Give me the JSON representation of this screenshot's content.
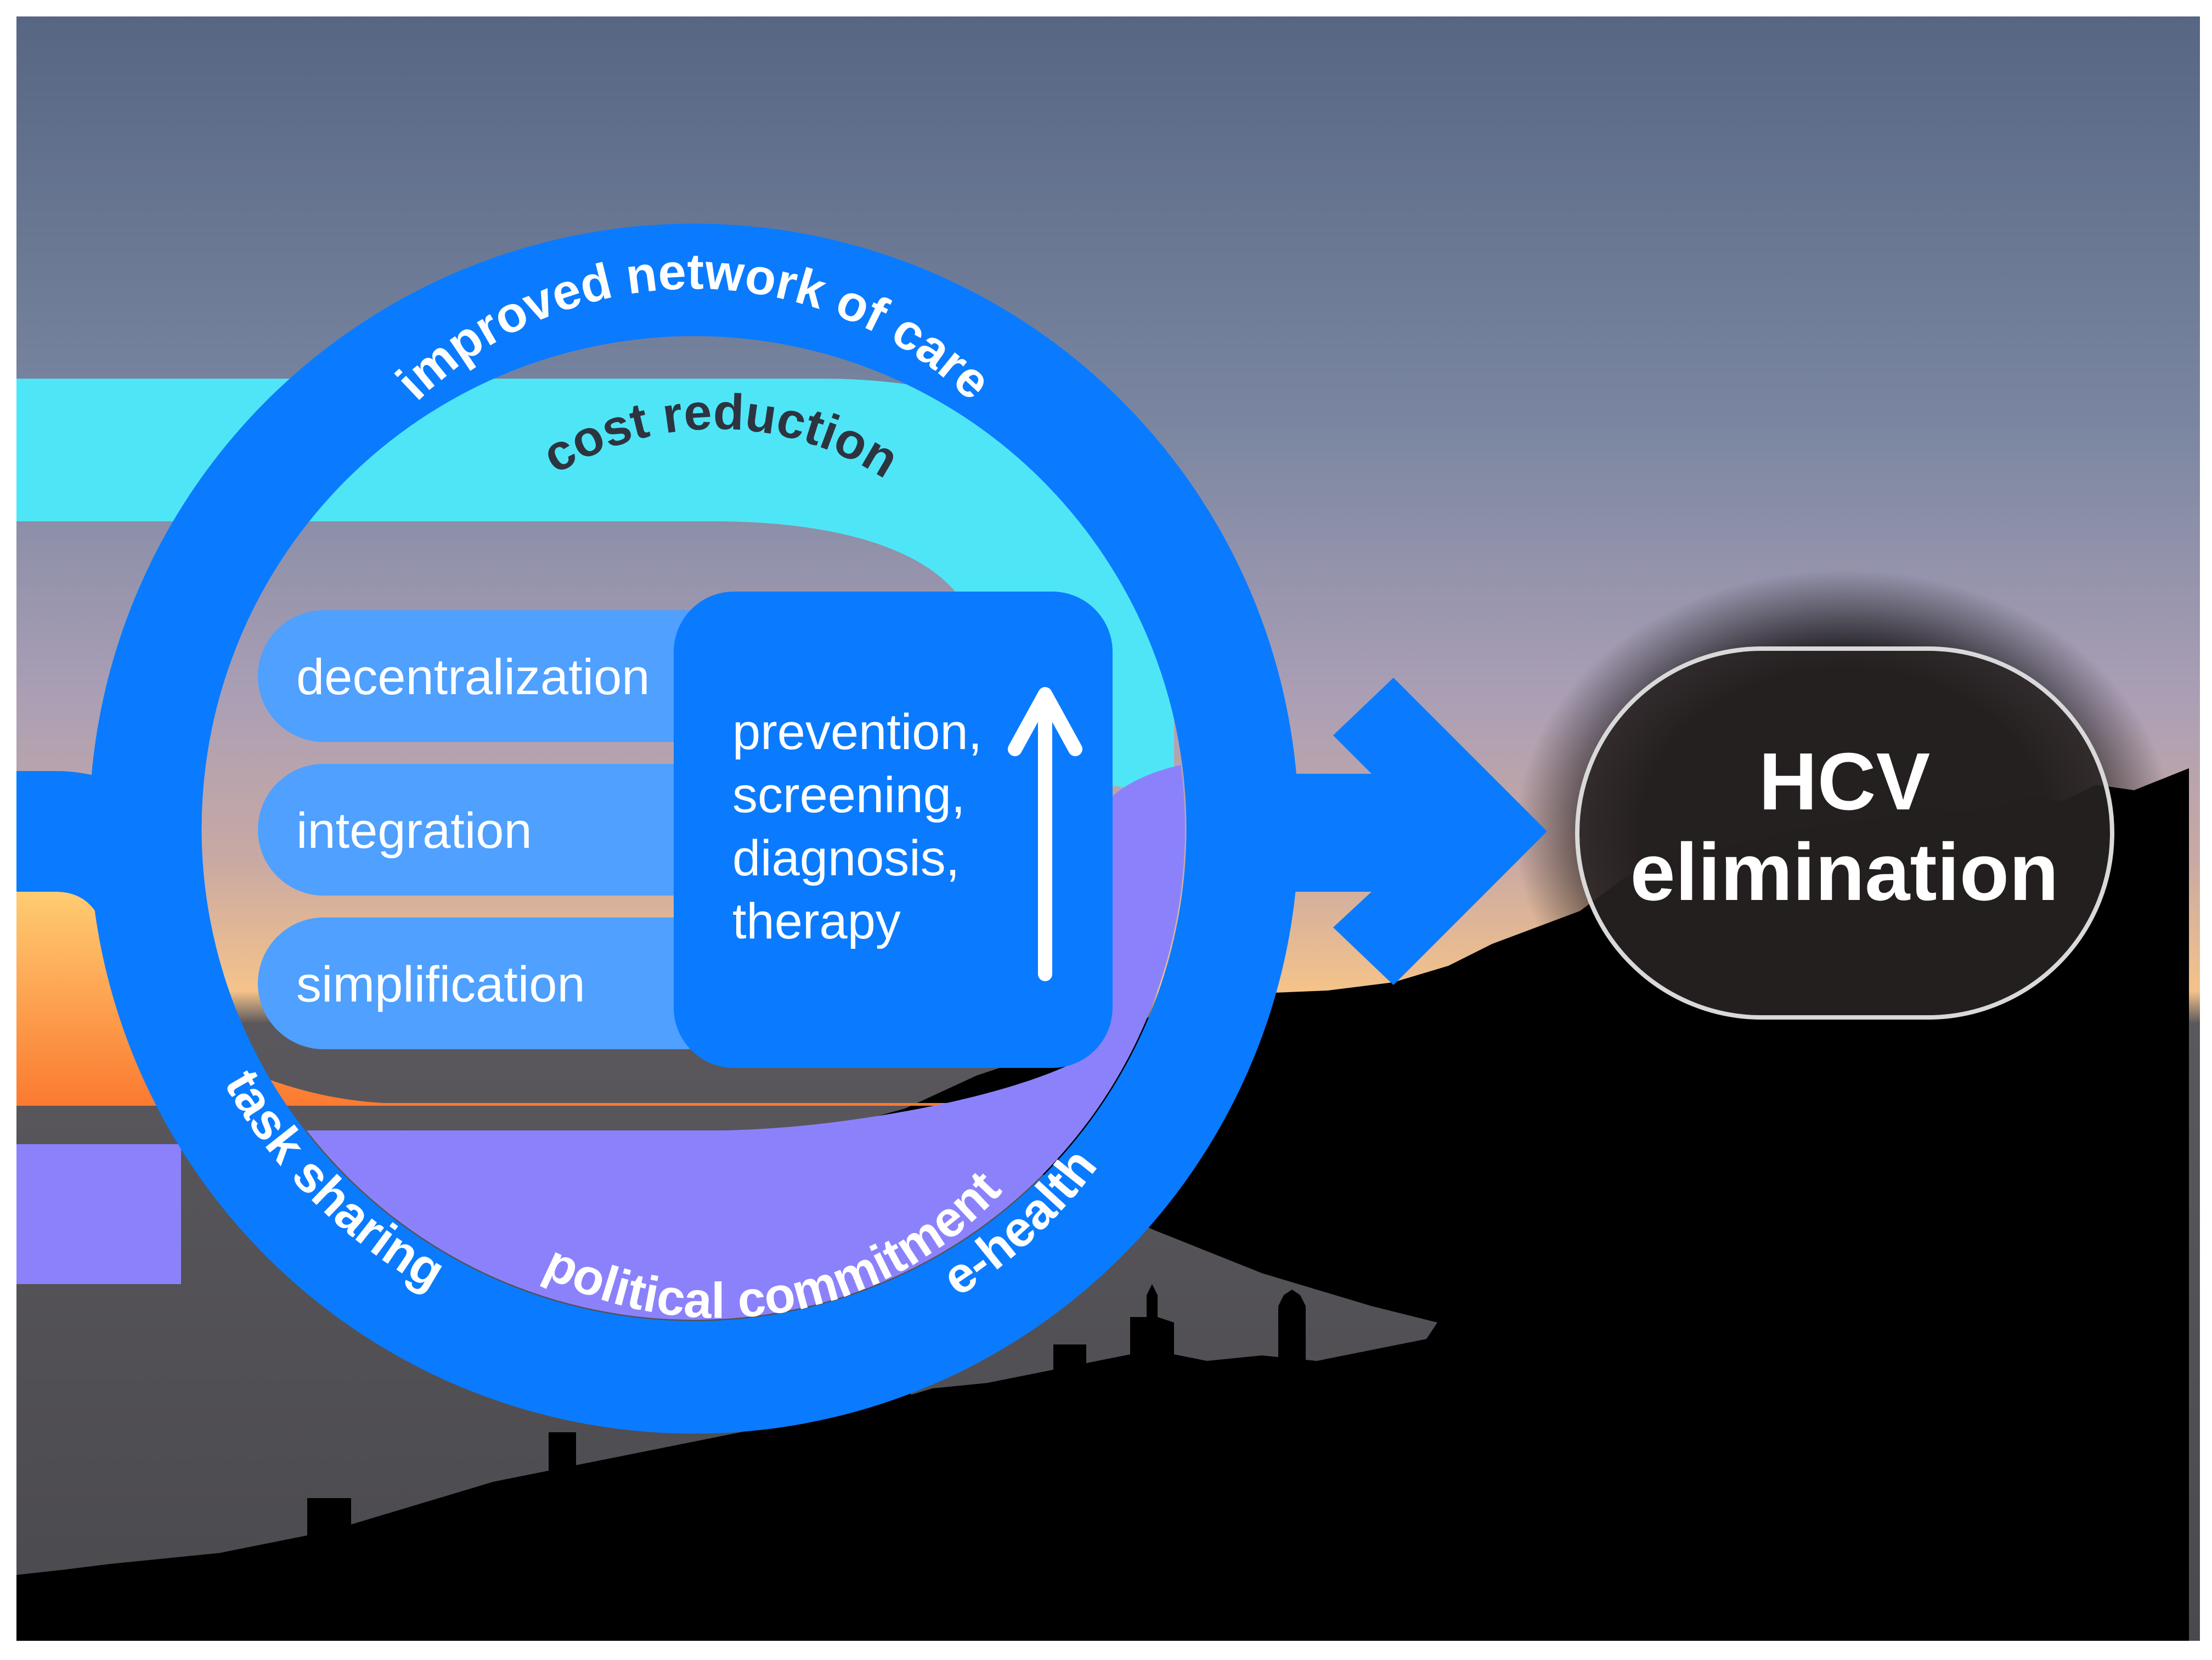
{
  "colors": {
    "ring": "#0a7bff",
    "band_cyan": "#4ee6f7",
    "band_orange": "#fb7d34",
    "band_purple": "#8b82fb",
    "pill": "#4fa0ff",
    "inner_box": "#0a7bff",
    "goal_fill": "#2a2424",
    "sky_top": "#566683",
    "sky_bottom": "#fbc26c",
    "ground": "#000000"
  },
  "ring_labels": {
    "top": "improved network of care",
    "bottom_left": "task sharing",
    "bottom_right": "e-health"
  },
  "band_labels": {
    "cyan": "cost reduction",
    "purple": "political commitment"
  },
  "pills": [
    {
      "label": "decentralization"
    },
    {
      "label": "integration"
    },
    {
      "label": "simplification"
    }
  ],
  "care_cascade": {
    "lines": [
      "prevention,",
      "screening,",
      "diagnosis,",
      "therapy"
    ],
    "arrow_icon": "up-arrow-icon"
  },
  "goal": {
    "line1": "HCV",
    "line2": "elimination"
  }
}
